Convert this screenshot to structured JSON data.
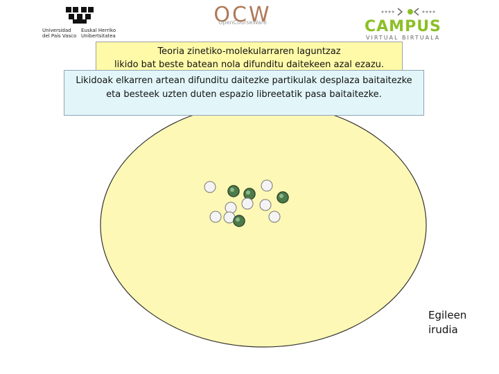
{
  "header": {
    "upv_lines": [
      "Universidad",
      "del País Vasco"
    ],
    "upv_lines_eu": [
      "Euskal Herriko",
      "Unibertsitatea"
    ],
    "ocw_title": "OCW",
    "ocw_subtitle": "OpenCourseWare",
    "campus_title": "CAMPUS",
    "campus_subtitle": "VIRTUAL BIRTUALA"
  },
  "title_box": {
    "line1": "Teoria zinetiko-molekularraren laguntzaz",
    "line2": "likido bat beste batean nola difunditu daitekeen azal ezazu."
  },
  "description_box": {
    "line1": "Likidoak elkarren artean difunditu daitezke partikulak desplaza baitaitezke",
    "line2": "eta besteek uzten duten espazio libreetatik pasa baitaitezke."
  },
  "diagram": {
    "container_color": "#fdf8b5",
    "white_particle_color": "#f4f4f4",
    "green_particle_color": "#4d7a4a",
    "particles": [
      {
        "type": "white"
      },
      {
        "type": "green"
      },
      {
        "type": "green"
      },
      {
        "type": "white"
      },
      {
        "type": "white"
      },
      {
        "type": "white"
      },
      {
        "type": "white"
      },
      {
        "type": "green"
      },
      {
        "type": "white"
      },
      {
        "type": "white"
      },
      {
        "type": "green"
      },
      {
        "type": "white"
      }
    ]
  },
  "credit": {
    "line1": "Egileen",
    "line2": "irudia"
  }
}
